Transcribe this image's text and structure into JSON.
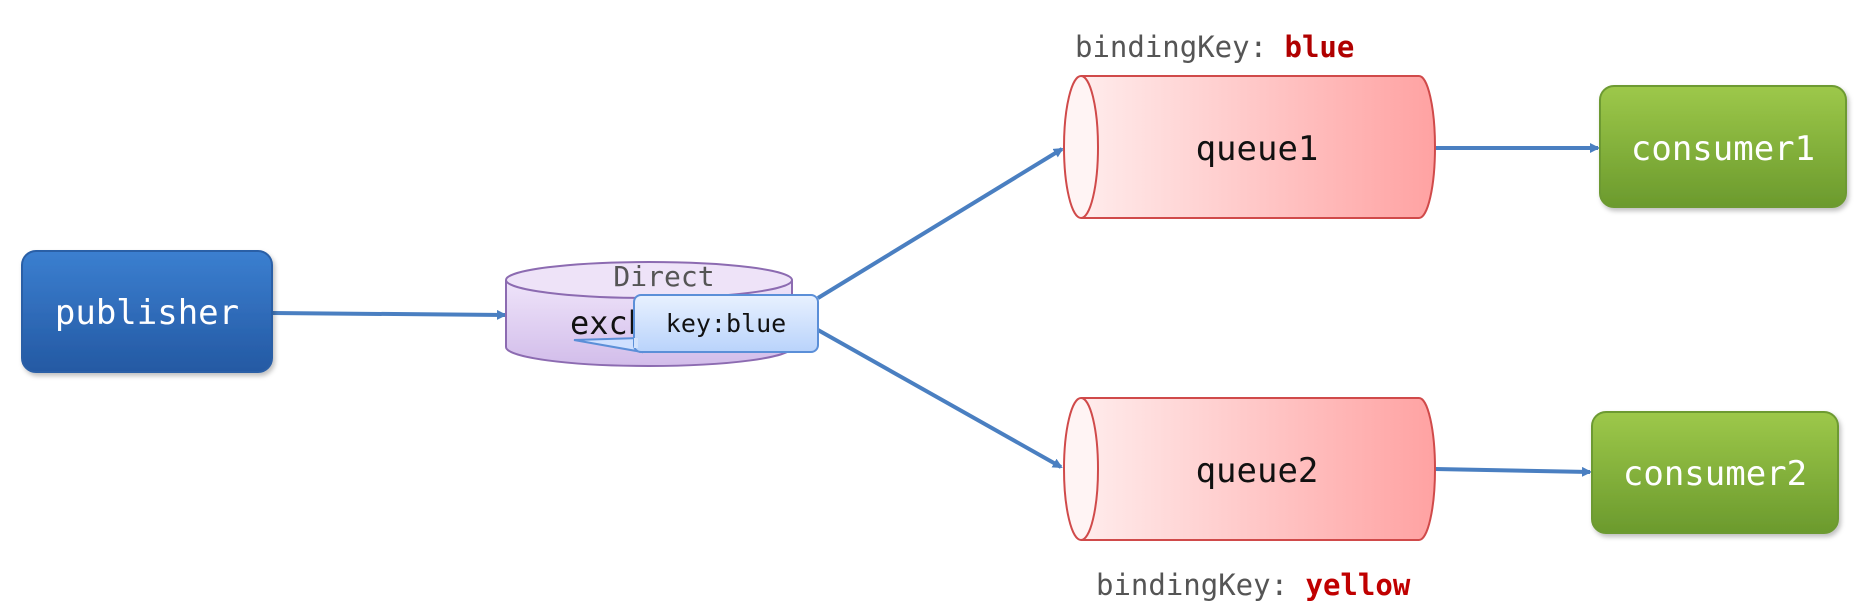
{
  "nodes": {
    "publisher": {
      "label": "publisher"
    },
    "exchange": {
      "type_label": "Direct",
      "label": "exchange"
    },
    "queue1": {
      "label": "queue1"
    },
    "queue2": {
      "label": "queue2"
    },
    "consumer1": {
      "label": "consumer1"
    },
    "consumer2": {
      "label": "consumer2"
    }
  },
  "message": {
    "routing_key": "key:blue"
  },
  "bindings": {
    "queue1": {
      "prefix": "bindingKey: ",
      "value": "blue"
    },
    "queue2": {
      "prefix": "bindingKey: ",
      "value": "yellow"
    }
  },
  "colors": {
    "publisher": "#2f6db8",
    "exchange": "#dcc9ef",
    "queue": "#ffa6a6",
    "consumer": "#7aab35",
    "arrow": "#4a7fc1",
    "binding_blue": "#b00000",
    "binding_yellow": "#c00000",
    "callout": "#cfe0ff"
  }
}
